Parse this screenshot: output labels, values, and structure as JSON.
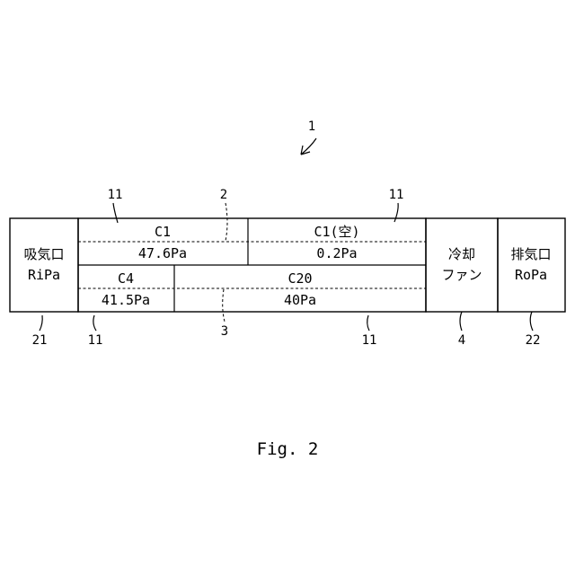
{
  "figure": {
    "caption": "Fig. 2",
    "ref_device": "1"
  },
  "intake": {
    "line1": "吸気口",
    "line2": "RiPa",
    "ref": "21"
  },
  "exhaust": {
    "line1": "排気口",
    "line2": "RoPa",
    "ref": "22"
  },
  "fan": {
    "line1": "冷却",
    "line2": "ファン",
    "ref": "4"
  },
  "upper_row": {
    "ref": "2",
    "cells": [
      {
        "name": "C1",
        "pressure": "47.6Pa",
        "ref": "11"
      },
      {
        "name": "C1(空)",
        "pressure": "0.2Pa",
        "ref": "11"
      }
    ]
  },
  "lower_row": {
    "ref": "3",
    "cells": [
      {
        "name": "C4",
        "pressure": "41.5Pa",
        "ref": "11"
      },
      {
        "name": "C20",
        "pressure": "40Pa",
        "ref": "11"
      }
    ]
  }
}
